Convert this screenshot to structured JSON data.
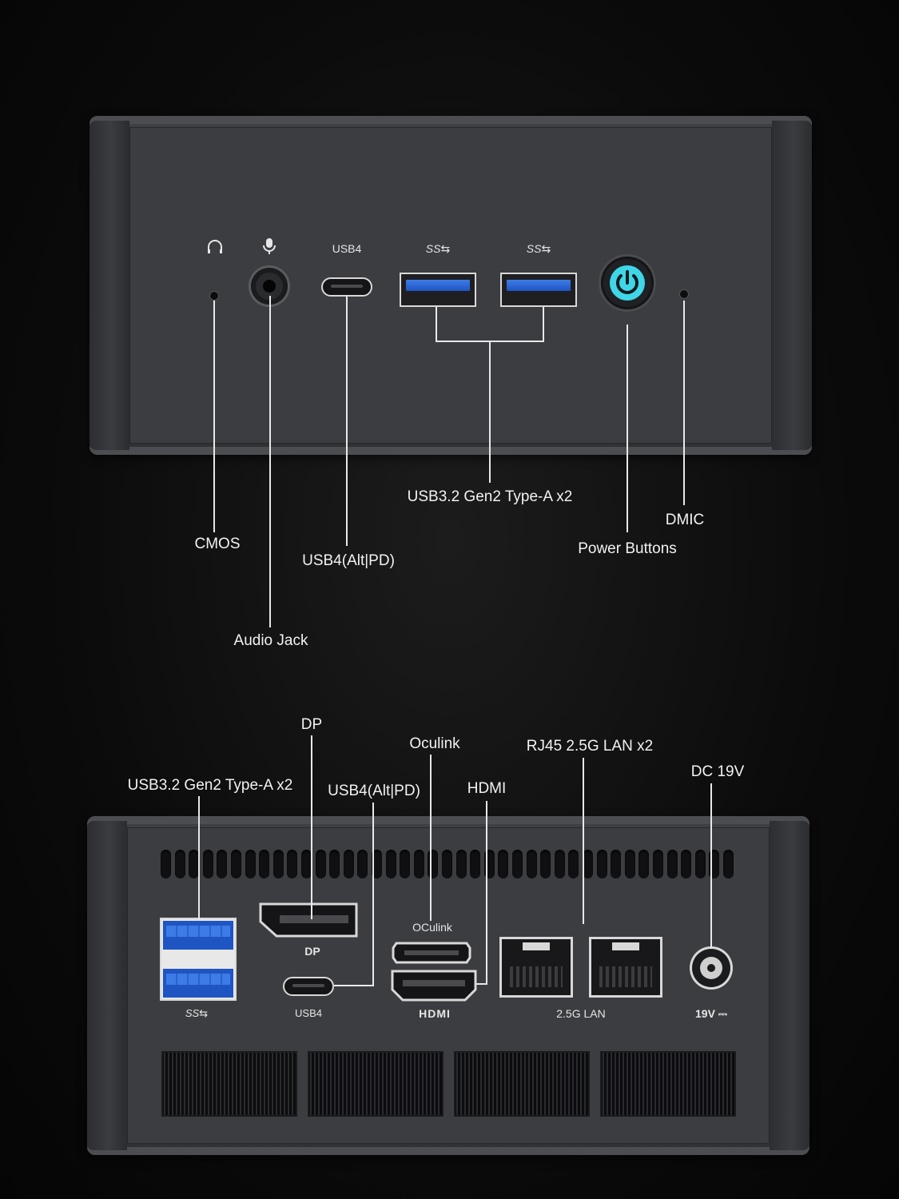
{
  "front": {
    "panel_labels": {
      "usb4": "USB4",
      "ss_left": "SS⇆",
      "ss_right": "SS⇆"
    },
    "callouts": {
      "cmos": "CMOS",
      "audio_jack": "Audio Jack",
      "usb4": "USB4(Alt|PD)",
      "usb32": "USB3.2 Gen2 Type-A x2",
      "power": "Power Buttons",
      "dmic": "DMIC"
    },
    "power_color": "#3fd6e8"
  },
  "rear": {
    "callouts": {
      "usb32": "USB3.2 Gen2 Type-A x2",
      "dp": "DP",
      "usb4": "USB4(Alt|PD)",
      "oculink": "Oculink",
      "hdmi": "HDMI",
      "rj45": "RJ45 2.5G LAN x2",
      "dc": "DC 19V"
    },
    "panel_labels": {
      "ss": "SS⇆",
      "dp": "DP",
      "usb4": "USB4",
      "oculink": "OCulink",
      "hdmi": "HDMI",
      "lan": "2.5G LAN",
      "dc": "19V ⎓"
    }
  }
}
